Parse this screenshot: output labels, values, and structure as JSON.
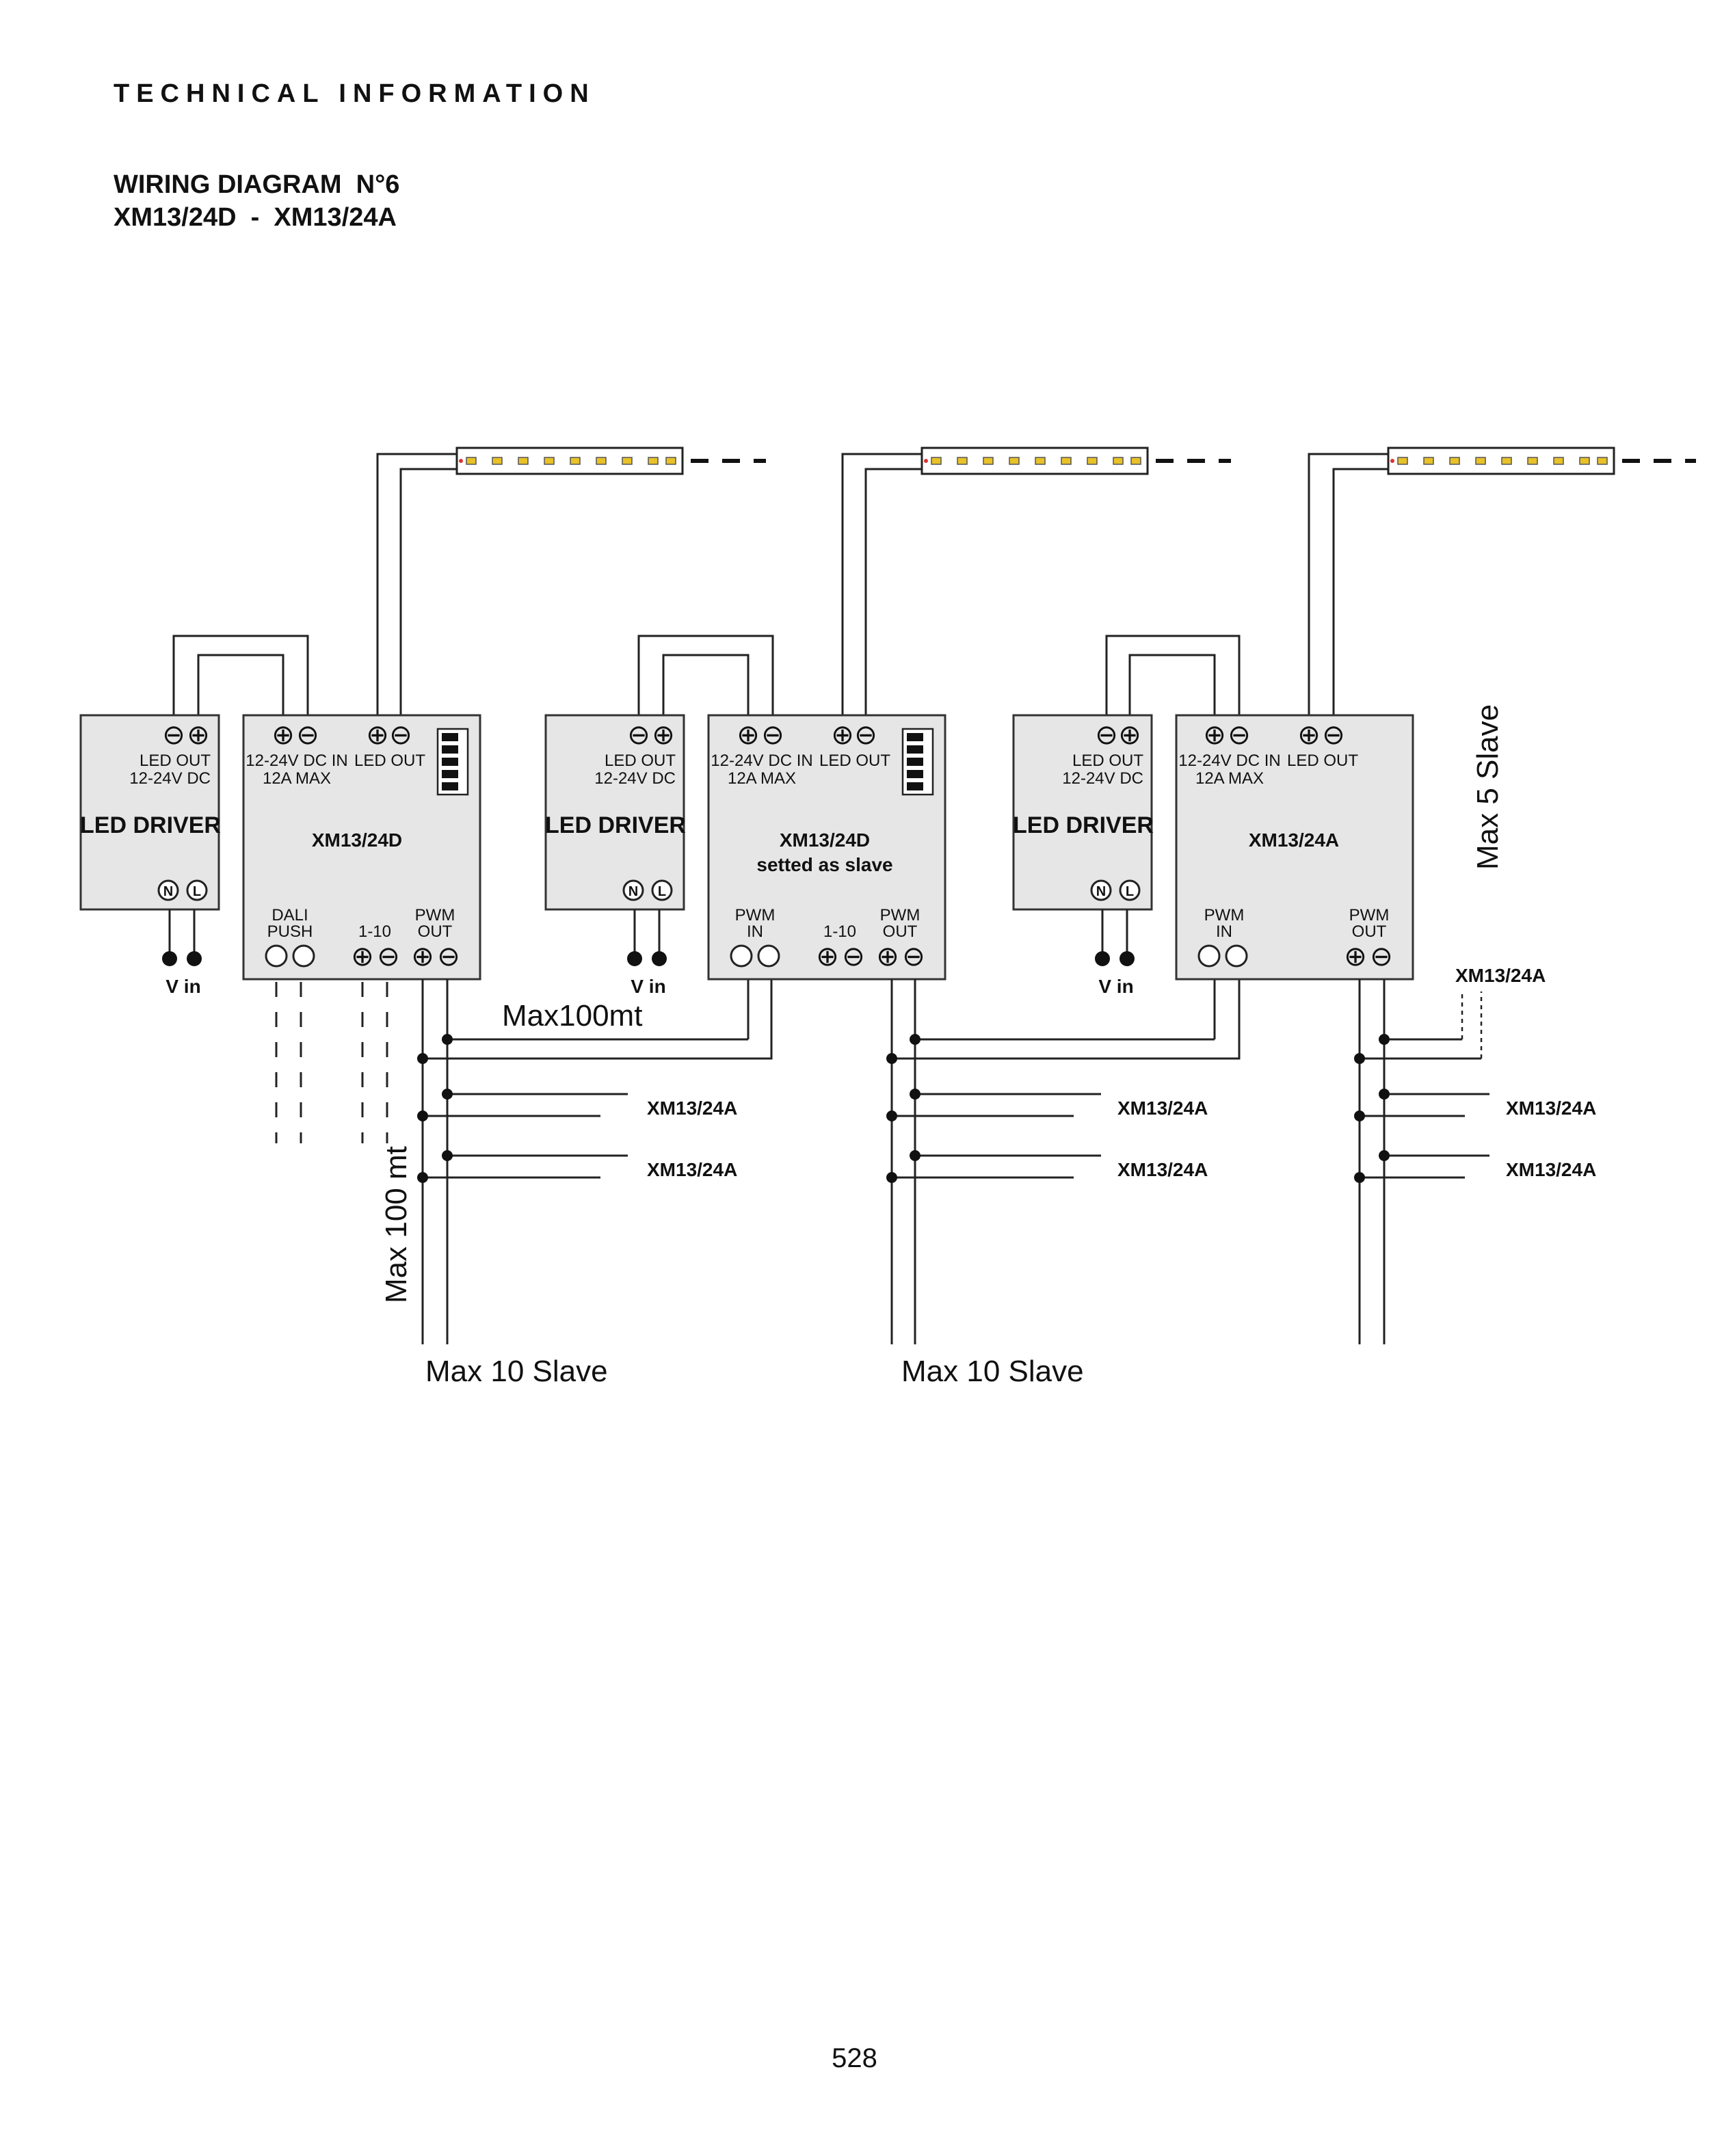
{
  "header": {
    "section_title": "TECHNICAL INFORMATION",
    "diagram_title": "WIRING DIAGRAM  N°6",
    "diagram_subtitle": "XM13/24D  -  XM13/24A"
  },
  "symbols": {
    "plus": "⊕",
    "minus": "⊖",
    "neutral": "N",
    "line": "L"
  },
  "driver": {
    "name": "LED DRIVER",
    "out_label": "LED OUT",
    "voltage": "12-24V DC",
    "vin": "V in"
  },
  "controllers": [
    {
      "name": "XM13/24D",
      "name2": "",
      "in_label": "12-24V DC IN",
      "in_max": "12A MAX",
      "out_label": "LED OUT",
      "bottom_labels": {
        "a1": "DALI",
        "a2": "PUSH",
        "b": "1-10",
        "c1": "PWM",
        "c2": "OUT"
      }
    },
    {
      "name": "XM13/24D",
      "name2": "setted as slave",
      "in_label": "12-24V DC IN",
      "in_max": "12A MAX",
      "out_label": "LED OUT",
      "bottom_labels": {
        "a1": "PWM",
        "a2": "IN",
        "b": "1-10",
        "c1": "PWM",
        "c2": "OUT"
      }
    },
    {
      "name": "XM13/24A",
      "name2": "",
      "in_label": "12-24V DC IN",
      "in_max": "12A MAX",
      "out_label": "LED OUT",
      "bottom_labels": {
        "a1": "PWM",
        "a2": "IN",
        "c1": "PWM",
        "c2": "OUT"
      }
    }
  ],
  "annotations": {
    "max_100mt_horizontal": "Max100mt",
    "max_100_mt_vertical": "Max 100 mt",
    "max_10_slave": "Max 10 Slave",
    "max_5_slave": "Max 5 Slave",
    "slave_model": "XM13/24A"
  },
  "footer": {
    "page_number": "528"
  }
}
